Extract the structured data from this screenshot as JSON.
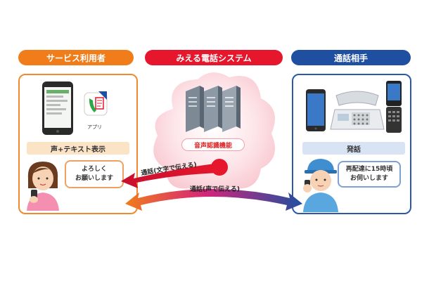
{
  "headers": {
    "user": "サービス利用者",
    "system": "みえる電話システム",
    "partner": "通話相手"
  },
  "left_panel": {
    "label": "声+テキスト表示",
    "app_label": "アプリ",
    "bubble_line1": "よろしく",
    "bubble_line2": "お願いします"
  },
  "center": {
    "function_label": "音声認識機能",
    "arrow_text_top": "通話(文字で伝える)",
    "arrow_text_bottom": "通話(声で伝える)"
  },
  "right_panel": {
    "label": "発話",
    "bubble_line1": "再配達に15時頃",
    "bubble_line2": "お伺いします"
  },
  "colors": {
    "orange": "#f07d1a",
    "red": "#e6162d",
    "blue": "#1f4fa0"
  }
}
